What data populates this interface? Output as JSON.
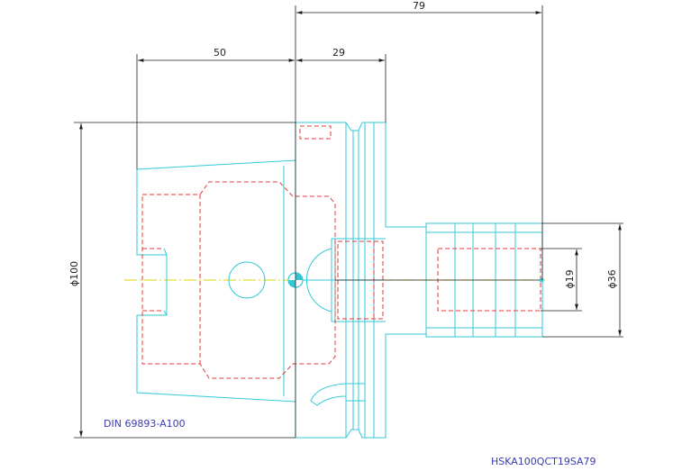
{
  "drawing": {
    "dimensions": {
      "overall_length": "79",
      "taper_length": "50",
      "flange_length": "29",
      "flange_diameter": "ϕ100",
      "bore_diameter": "ϕ19",
      "shank_diameter": "ϕ36"
    },
    "standard_note": "DIN 69893-A100",
    "part_number": "HSKA100QCT19SA79"
  },
  "colors": {
    "outline": "#33c8d8",
    "hidden": "#e03a3a",
    "dimension": "#1e1e1e",
    "centerline": "#d8d800",
    "note_text": "#3a3ab0"
  }
}
